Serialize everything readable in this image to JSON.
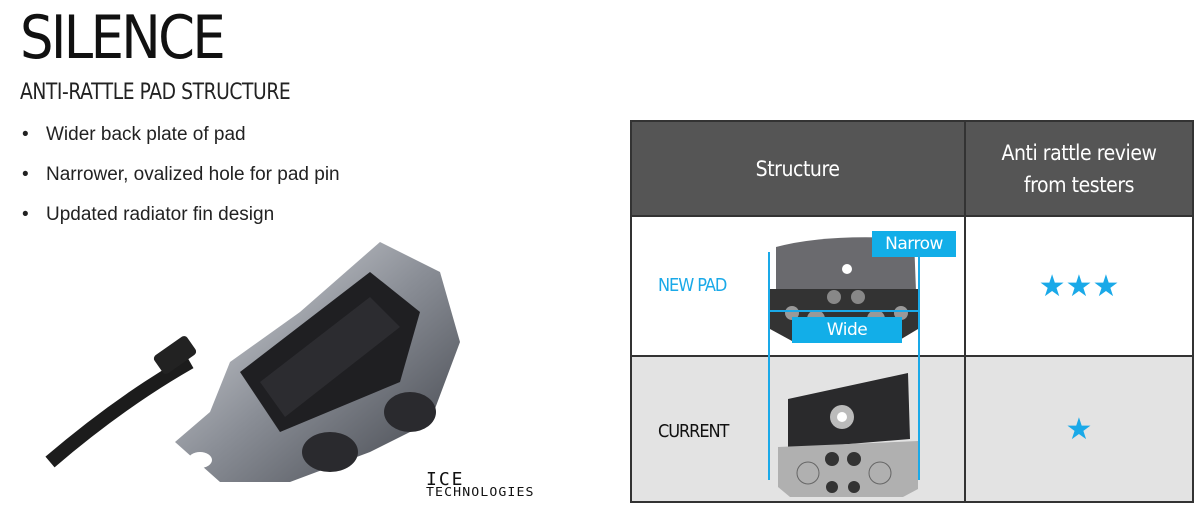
{
  "title": "SILENCE",
  "subtitle": "ANTI-RATTLE PAD STRUCTURE",
  "bullets": [
    "Wider back plate of pad",
    "Narrower, ovalized hole for pad pin",
    "Updated radiator fin design"
  ],
  "logo": {
    "line1": "ICE",
    "line2": "TECHNOLOGIES"
  },
  "table": {
    "headers": [
      "Structure",
      "Anti rattle review from testers"
    ],
    "rows": [
      {
        "label": "NEW PAD",
        "stars": "★★★",
        "rating": 3,
        "callouts": {
          "narrow": "Narrow",
          "wide": "Wide"
        }
      },
      {
        "label": "CURRENT",
        "stars": "★",
        "rating": 1
      }
    ]
  },
  "colors": {
    "accent": "#1aa9e8",
    "header_bg": "#555555",
    "current_row_bg": "#e3e3e3"
  }
}
